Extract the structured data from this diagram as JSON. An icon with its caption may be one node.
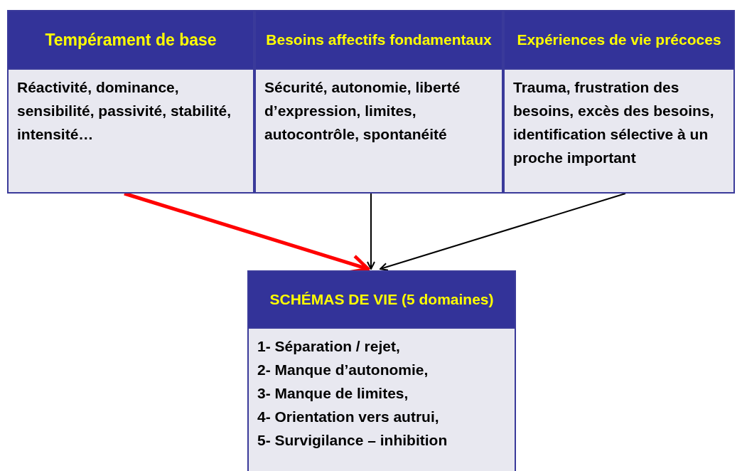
{
  "diagram": {
    "nodes": [
      {
        "text": [
          "Tempérament de base",
          "Réactivité, dominance, sensibilité, passivité, stabilité, intensité…"
        ]
      },
      {
        "text": [
          "Besoins affectifs fondamentaux",
          "Sécurité, autonomie, liberté d’expression, limites, autocontrôle, spontanéité"
        ]
      },
      {
        "text": [
          "Expériences de vie précoces",
          "Trauma, frustration des besoins, excès des besoins, identification sélective à un proche important"
        ]
      },
      {
        "text": [
          "SCHÉMAS DE VIE (5 domaines)",
          "1- Séparation / rejet,",
          "2- Manque d’autonomie,",
          "3- Manque de limites,",
          "4- Orientation vers autrui,",
          "5- Survigilance – inhibition"
        ]
      }
    ],
    "edges": [
      {
        "from": 0,
        "to": 3,
        "arrow": "to",
        "style": "thick",
        "color": "#ff0000"
      },
      {
        "from": 1,
        "to": 3,
        "arrow": "to"
      },
      {
        "from": 2,
        "to": 3,
        "arrow": "to"
      }
    ]
  }
}
